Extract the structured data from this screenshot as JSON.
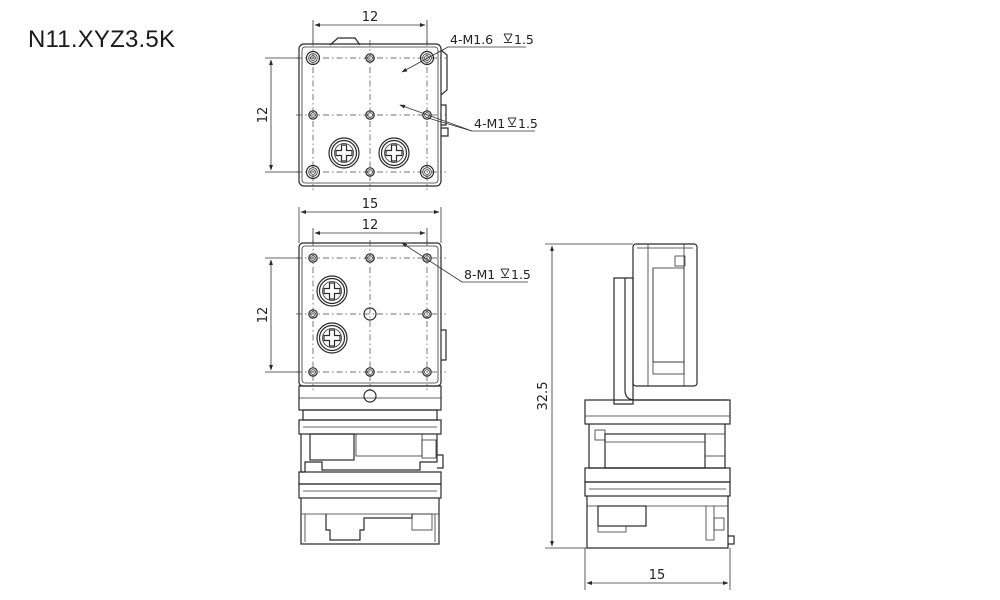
{
  "title": "N11.XYZ3.5K",
  "top_view": {
    "dim_width": "12",
    "dim_height": "12",
    "callout_large_holes": "4-M1.6",
    "callout_large_depth": "1.5",
    "callout_small_holes": "4-M1",
    "callout_small_depth": "1.5"
  },
  "front_view": {
    "dim_overall_width": "15",
    "dim_hole_width": "12",
    "dim_hole_height": "12",
    "callout_holes": "8-M1",
    "callout_depth": "1.5"
  },
  "side_view": {
    "dim_height": "32.5",
    "dim_width": "15"
  },
  "colors": {
    "line": "#2a2a2a",
    "text": "#222222",
    "background": "#ffffff"
  }
}
